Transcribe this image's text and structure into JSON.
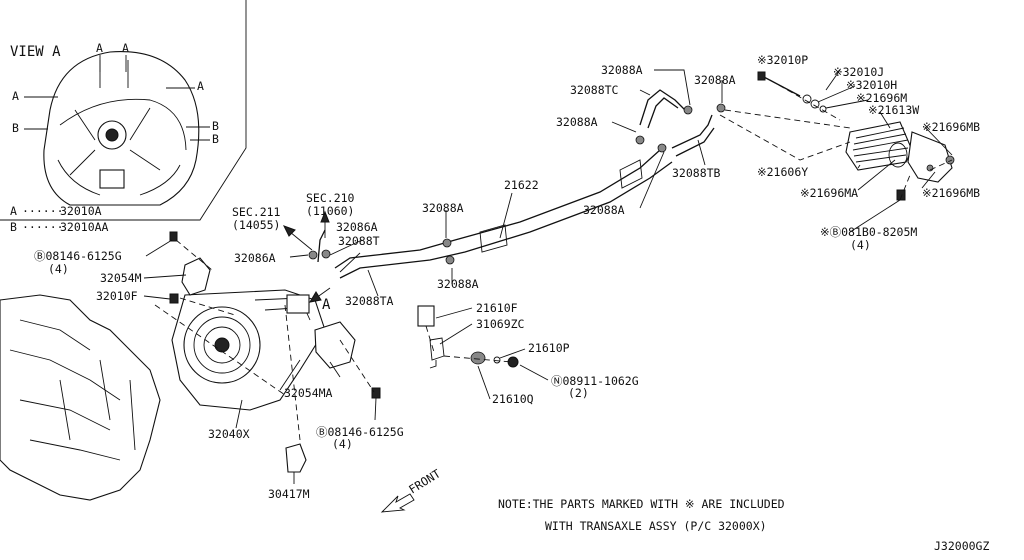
{
  "diagram": {
    "view": {
      "title": "VIEW A",
      "marker_a": "A",
      "marker_b": "B",
      "legend_a_key": "A",
      "legend_a_value": "32010A",
      "legend_b_key": "B",
      "legend_b_value": "32010AA"
    },
    "labels": {
      "p32088A_1": "32088A",
      "p32088A_2": "32088A",
      "p32088A_3": "32088A",
      "p32088A_4": "32088A",
      "p32088A_5": "32088A",
      "p32088A_6": "32088A",
      "p32088TC": "32088TC",
      "p32088TB": "32088TB",
      "p32088T": "32088T",
      "p32088TA": "32088TA",
      "p32086A_1": "32086A",
      "p32086A_2": "32086A",
      "p32010P": "※32010P",
      "p32010J": "※32010J",
      "p32010H": "※32010H",
      "p21696M": "※21696M",
      "p21613W": "※21613W",
      "p21696MB_1": "※21696MB",
      "p21696MB_2": "※21696MB",
      "p21606Y": "※21606Y",
      "p21696MA": "※21696MA",
      "p081B0": "※Ⓑ081B0-8205M",
      "p081B0_qty": "(4)",
      "p21622": "21622",
      "sec211": "SEC.211",
      "sec211_sub": "(14055)",
      "sec210": "SEC.210",
      "sec210_sub": "(11060)",
      "p08146_1": "Ⓑ08146-6125G",
      "p08146_1_qty": "(4)",
      "p32054M": "32054M",
      "p32010F": "32010F",
      "p21610F": "21610F",
      "p31069ZC": "31069ZC",
      "p21610P": "21610P",
      "p08911": "Ⓝ08911-1062G",
      "p08911_qty": "(2)",
      "p21610Q": "21610Q",
      "p32054MA": "32054MA",
      "p08146_2": "Ⓑ08146-6125G",
      "p08146_2_qty": "(4)",
      "p32040X": "32040X",
      "p30417M": "30417M",
      "marker_a_main": "A",
      "front": "FRONT"
    },
    "note": {
      "line1": "NOTE:THE PARTS MARKED WITH ※ ARE INCLUDED",
      "line2": "WITH TRANSAXLE ASSY (P/C 32000X)"
    },
    "code": "J32000GZ"
  }
}
